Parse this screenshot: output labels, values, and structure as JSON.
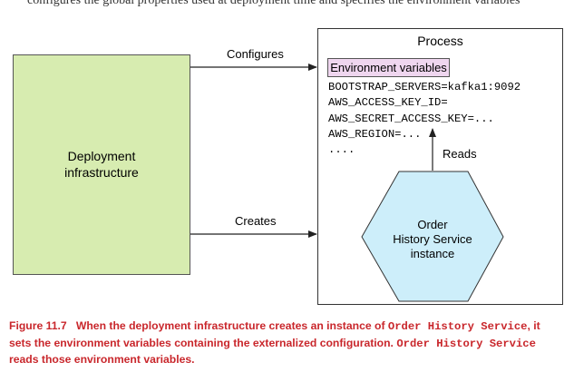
{
  "top_fragment": "configures the global properties used at deployment time and specifies the environment variables",
  "deployment": {
    "label": "Deployment\ninfrastructure",
    "fill": "#d7ecb0"
  },
  "process": {
    "title": "Process",
    "env_header": "Environment variables",
    "env_header_fill": "#efd6ef",
    "env_lines": [
      "BOOTSTRAP_SERVERS=kafka1:9092",
      "AWS_ACCESS_KEY_ID=",
      "AWS_SECRET_ACCESS_KEY=...",
      "AWS_REGION=...",
      "...."
    ]
  },
  "service": {
    "line1": "Order",
    "line2": "History Service",
    "line3": "instance",
    "fill": "#cdeefa"
  },
  "arrows": {
    "configures": "Configures",
    "creates": "Creates",
    "reads": "Reads"
  },
  "caption": {
    "prefix": "Figure 11.7",
    "text1": "When the deployment infrastructure creates an instance of",
    "code1": "Order History Service",
    "text2": ", it sets the environment variables containing the externalized configuration.",
    "code2": "Order History Service",
    "text3": "reads those environment variables.",
    "color": "#c9272c"
  }
}
